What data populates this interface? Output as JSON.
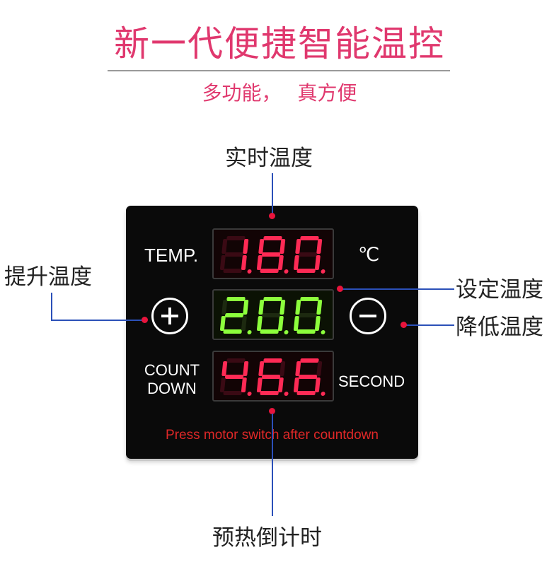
{
  "header": {
    "title": "新一代便捷智能温控",
    "subtitle": "多功能， 真方便"
  },
  "callouts": {
    "realtime_temp": "实时温度",
    "raise_temp": "提升温度",
    "set_temp": "设定温度",
    "lower_temp": "降低温度",
    "preheat_countdown": "预热倒计时"
  },
  "panel": {
    "temp_label": "TEMP.",
    "unit_label": "℃",
    "countdown_label_line1": "COUNT",
    "countdown_label_line2": "DOWN",
    "second_label": "SECOND",
    "message": "Press motor switch after countdown",
    "displays": {
      "current_temp": "180",
      "set_temp": "200",
      "countdown": "466"
    },
    "buttons": {
      "plus_icon": "plus-circle-icon",
      "minus_icon": "minus-circle-icon"
    }
  },
  "colors": {
    "title": "#e0386e",
    "red_led": "#ff2a55",
    "green_led": "#8cff3c",
    "callout_line": "#2b50b8",
    "callout_dot": "#e8143c"
  }
}
